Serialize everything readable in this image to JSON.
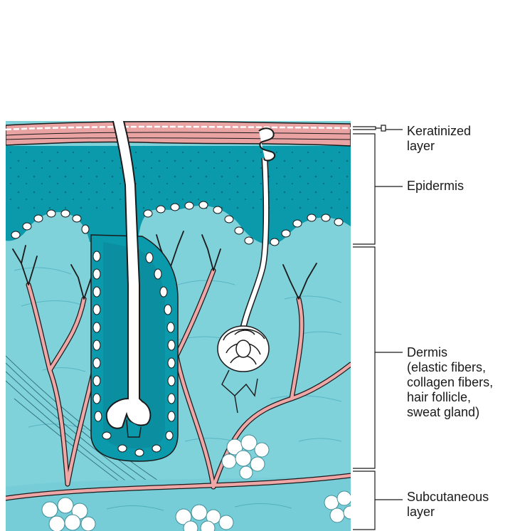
{
  "labels": {
    "keratinized": "Keratinized\nlayer",
    "epidermis": "Epidermis",
    "dermis": "Dermis\n(elastic fibers,\ncollagen fibers,\nhair follicle,\nsweat gland)",
    "subcutaneous": "Subcutaneous\nlayer"
  },
  "colors": {
    "epidermis": "#0a9aac",
    "dermis": "#7fd1da",
    "subcutaneous": "#77cdd7",
    "keratinized": "#e9a3a3",
    "vessel": "#eea6a6",
    "outline": "#1a1a1a",
    "fat": "#ffffff"
  }
}
